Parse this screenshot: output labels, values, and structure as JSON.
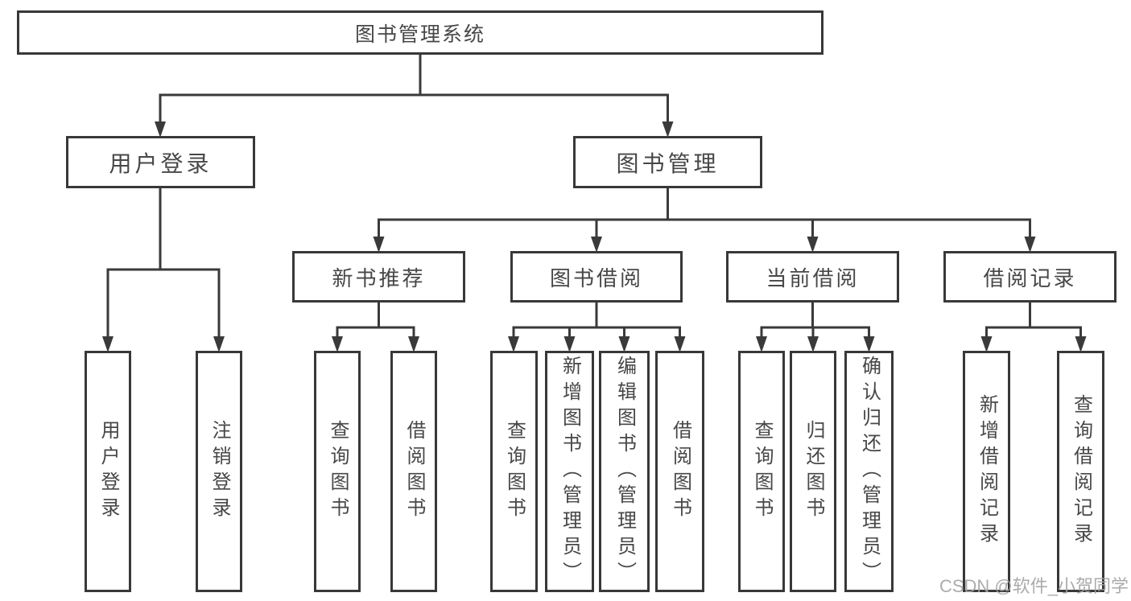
{
  "tree": {
    "root": {
      "label": "图书管理系统"
    },
    "branches": [
      {
        "label": "用户登录",
        "children": [
          {
            "label": "用户登录"
          },
          {
            "label": "注销登录"
          }
        ]
      },
      {
        "label": "图书管理",
        "groups": [
          {
            "label": "新书推荐",
            "children": [
              {
                "label": "查询图书"
              },
              {
                "label": "借阅图书"
              }
            ]
          },
          {
            "label": "图书借阅",
            "children": [
              {
                "label": "查询图书"
              },
              {
                "label": "新增图书（管理员）"
              },
              {
                "label": "编辑图书（管理员）"
              },
              {
                "label": "借阅图书"
              }
            ]
          },
          {
            "label": "当前借阅",
            "children": [
              {
                "label": "查询图书"
              },
              {
                "label": "归还图书"
              },
              {
                "label": "确认归还（管理员）"
              }
            ]
          },
          {
            "label": "借阅记录",
            "children": [
              {
                "label": "新增借阅记录"
              },
              {
                "label": "查询借阅记录"
              }
            ]
          }
        ]
      }
    ]
  },
  "watermark": {
    "text": "CSDN @软件_小贺同学"
  },
  "colors": {
    "line": "#3a3a3a",
    "box_border": "#383838",
    "text": "#474747",
    "watermark": "#a3a3a3",
    "background": "#ffffff"
  }
}
